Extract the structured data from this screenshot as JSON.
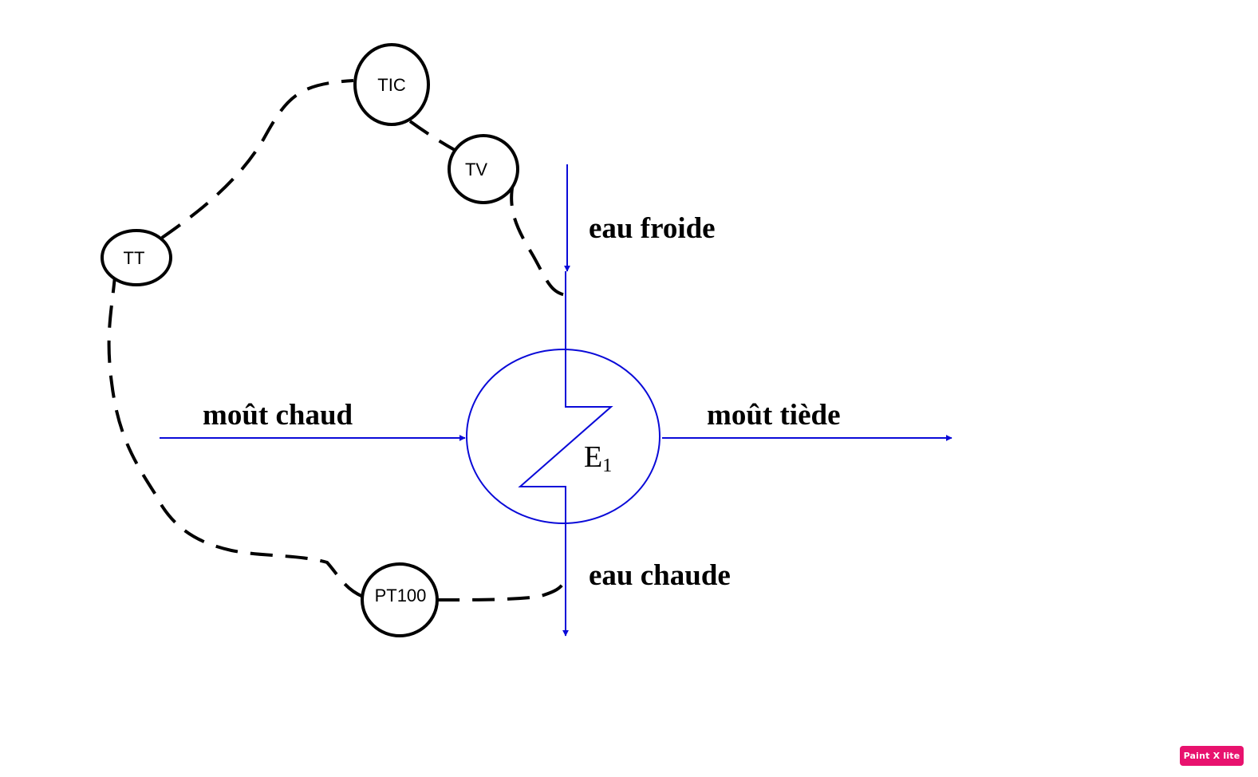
{
  "instruments": {
    "tic": "TIC",
    "tv": "TV",
    "tt": "TT",
    "pt100": "PT100"
  },
  "streams": {
    "cold_water_in": "eau froide",
    "hot_water_out": "eau chaude",
    "hot_wort_in": "moût chaud",
    "warm_wort_out": "moût tiède"
  },
  "equipment": {
    "exchanger_letter": "E",
    "exchanger_index": "1"
  },
  "colors": {
    "process_line": "#0a0ad8",
    "signal_line": "#000000",
    "watermark_bg": "#e8126e"
  },
  "watermark": {
    "text": "Paint X lite"
  }
}
